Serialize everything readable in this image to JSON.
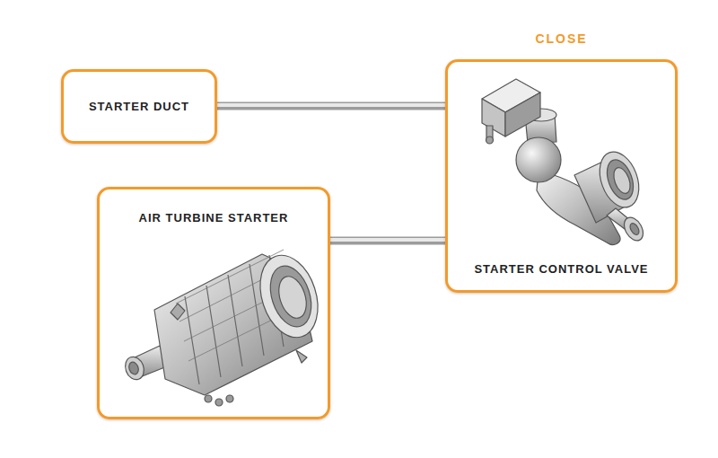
{
  "diagram": {
    "nodes": [
      {
        "text": [
          "STARTER DUCT"
        ]
      },
      {
        "text": [
          "CLOSE",
          "STARTER CONTROL VALVE"
        ]
      },
      {
        "text": [
          "AIR TURBINE STARTER"
        ]
      }
    ],
    "edges": [
      {
        "from": 0,
        "to": 1,
        "arrow": "none"
      },
      {
        "from": 2,
        "to": 1,
        "arrow": "none"
      }
    ]
  }
}
